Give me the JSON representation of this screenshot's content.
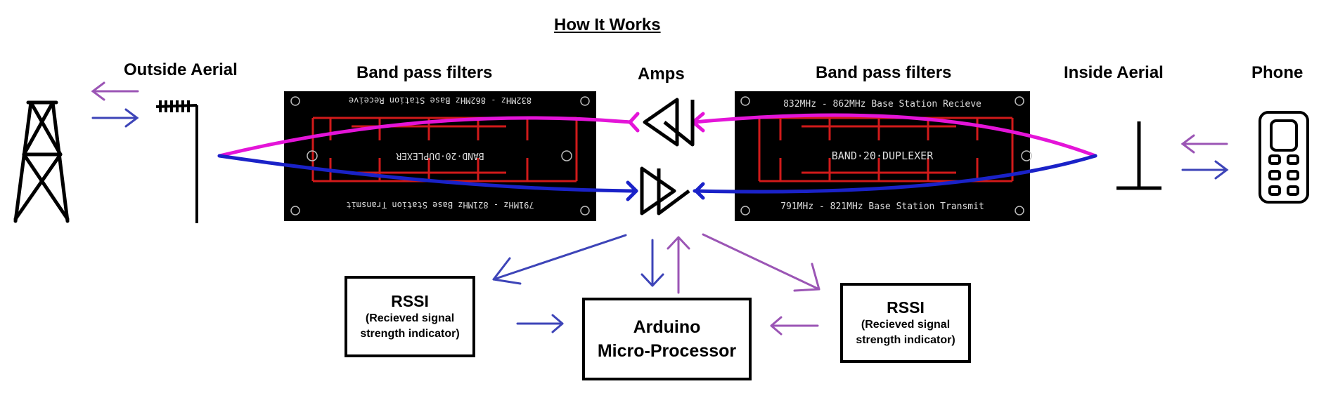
{
  "title": "How It Works",
  "labels": {
    "outside_aerial": "Outside Aerial",
    "band_pass_left": "Band pass filters",
    "amps": "Amps",
    "band_pass_right": "Band pass filters",
    "inside_aerial": "Inside Aerial",
    "phone": "Phone"
  },
  "pcb_left": {
    "top_text": "832MHz - 862MHz Base Station Receive",
    "middle_text": "BAND·20·DUPLEXER",
    "bottom_text": "791MHz - 821MHz Base Station Transmit"
  },
  "pcb_right": {
    "top_text": "832MHz - 862MHz Base Station Recieve",
    "middle_text": "BAND·20·DUPLEXER",
    "bottom_text": "791MHz - 821MHz Base Station Transmit"
  },
  "rssi_left": {
    "title": "RSSI",
    "line1": "(Recieved signal",
    "line2": "strength indicator)"
  },
  "rssi_right": {
    "title": "RSSI",
    "line1": "(Recieved signal",
    "line2": "strength indicator)"
  },
  "arduino": {
    "line1": "Arduino",
    "line2": "Micro-Processor"
  },
  "colors": {
    "uplink": "#3d44b8",
    "downlink": "#9b55b5",
    "signal_magenta": "#e414d8",
    "signal_blue": "#1a22c8",
    "pcb_bg": "#000000",
    "pcb_trace": "#d11a1a"
  },
  "icons": [
    "tower-icon",
    "yagi-antenna-icon",
    "amplifier-icon",
    "ground-plane-antenna-icon",
    "phone-icon"
  ]
}
